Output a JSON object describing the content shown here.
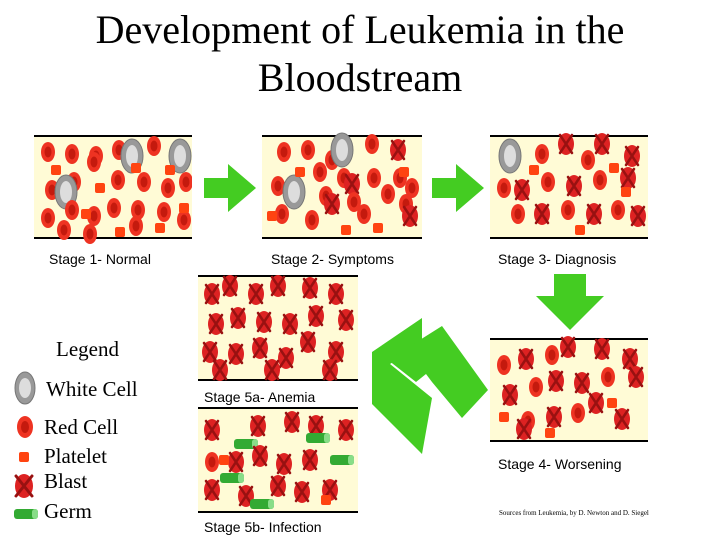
{
  "title": "Development of Leukemia in the Bloodstream",
  "stages": {
    "s1": "Stage 1- Normal",
    "s2": "Stage 2- Symptoms",
    "s3": "Stage 3- Diagnosis",
    "s4": "Stage 4- Worsening",
    "s5a": "Stage 5a- Anemia",
    "s5b": "Stage 5b- Infection"
  },
  "legend": {
    "heading": "Legend",
    "white": "White Cell",
    "red": "Red Cell",
    "platelet": "Platelet",
    "blast": "Blast",
    "germ": "Germ"
  },
  "source": "Sources from Leukemia, by D. Newton and D. Siegel",
  "colors": {
    "plasma": "#fffbd6",
    "red_cell": "#ee3322",
    "red_cell_core": "#c41a0e",
    "blast": "#dd2222",
    "platelet": "#ff4411",
    "white_cell": "#bbbbbb",
    "germ": "#33aa33",
    "arrow": "#44cc22"
  }
}
